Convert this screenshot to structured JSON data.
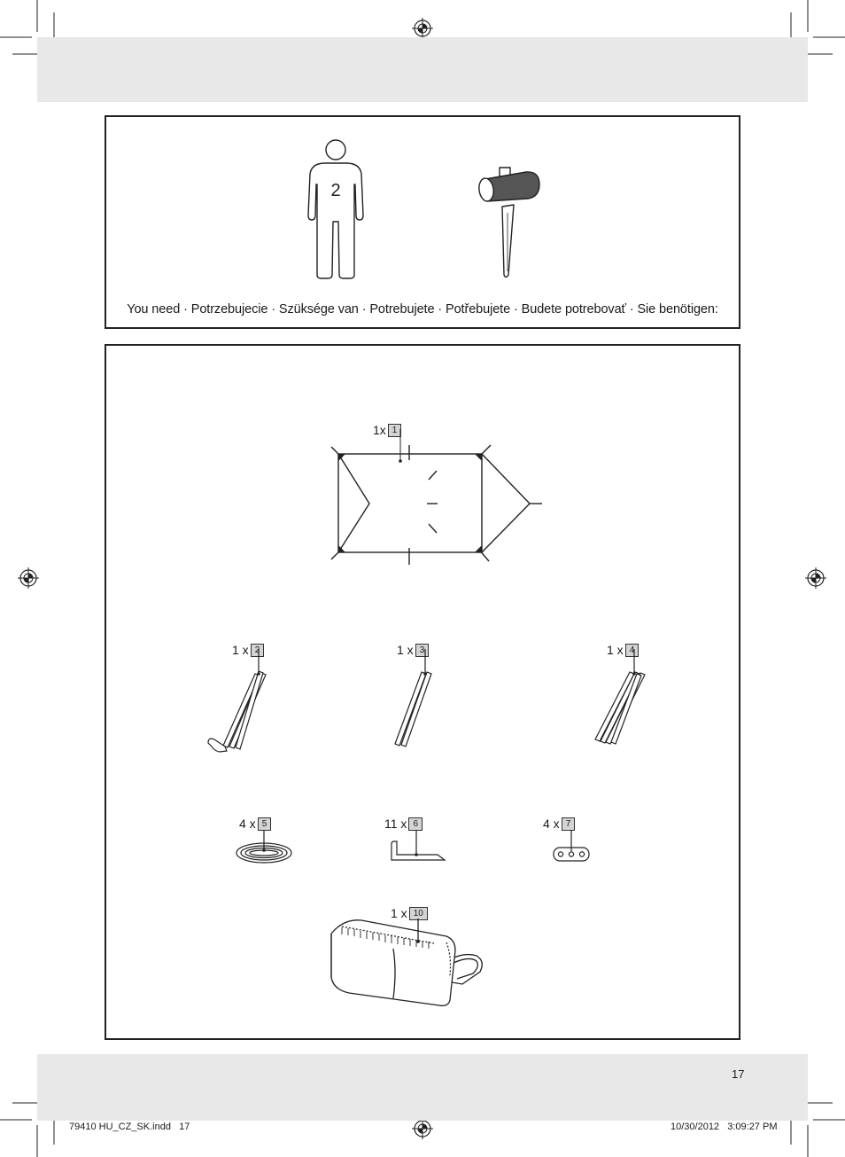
{
  "need_box": {
    "person_count": "2",
    "caption": "You need · Potrzebujecie · Szüksége van · Potrebujete · Potřebujete · Budete potrebovať · Sie benötigen:"
  },
  "parts": [
    {
      "qty": "1x",
      "num": "1",
      "item": "tent"
    },
    {
      "qty": "1 x",
      "num": "2",
      "item": "pole"
    },
    {
      "qty": "1 x",
      "num": "3",
      "item": "pole"
    },
    {
      "qty": "1 x",
      "num": "4",
      "item": "pole"
    },
    {
      "qty": "4 x",
      "num": "5",
      "item": "guy-rope"
    },
    {
      "qty": "11 x",
      "num": "6",
      "item": "peg"
    },
    {
      "qty": "4 x",
      "num": "7",
      "item": "tensioner"
    },
    {
      "qty": "1 x",
      "num": "10",
      "item": "bag"
    }
  ],
  "footer": {
    "page_number": "17",
    "slug_left": "79410 HU_CZ_SK.indd   17",
    "slug_right": "10/30/2012   3:09:27 PM"
  },
  "colors": {
    "band": "#e8e8e8",
    "line": "#222222",
    "label_box": "#d4d4d4"
  }
}
